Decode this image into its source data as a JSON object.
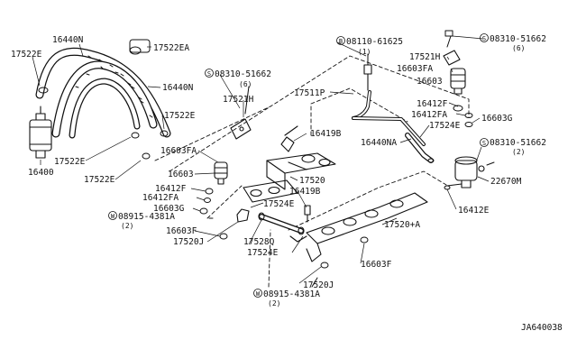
{
  "diagram": {
    "code": "JA640038",
    "labels": [
      {
        "id": "16440N_top",
        "text": "16440N"
      },
      {
        "id": "17522E_topleft",
        "text": "17522E"
      },
      {
        "id": "17522EA",
        "text": "17522EA"
      },
      {
        "id": "16440N_mid",
        "text": "16440N"
      },
      {
        "id": "17522E_mid",
        "text": "17522E"
      },
      {
        "id": "17522E_lower",
        "text": "17522E"
      },
      {
        "id": "17522E_bottom",
        "text": "17522E"
      },
      {
        "id": "16400",
        "text": "16400"
      },
      {
        "id": "bolt_08110_61625",
        "text": "08110-61625"
      },
      {
        "id": "bolt_08110_qty",
        "text": "(1)"
      },
      {
        "id": "screw_08310_left",
        "text": "08310-51662"
      },
      {
        "id": "screw_08310_left_qty",
        "text": "(6)"
      },
      {
        "id": "17521H_left",
        "text": "17521H"
      },
      {
        "id": "17511P",
        "text": "17511P"
      },
      {
        "id": "16419B_top",
        "text": "16419B"
      },
      {
        "id": "16603FA_left",
        "text": "16603FA"
      },
      {
        "id": "16603_left",
        "text": "16603"
      },
      {
        "id": "17520",
        "text": "17520"
      },
      {
        "id": "16412F_left",
        "text": "16412F"
      },
      {
        "id": "16412FA_left",
        "text": "16412FA"
      },
      {
        "id": "16603G_left",
        "text": "16603G"
      },
      {
        "id": "16419B_mid",
        "text": "16419B"
      },
      {
        "id": "17524E_mid",
        "text": "17524E"
      },
      {
        "id": "washer_08915_top",
        "text": "08915-4381A"
      },
      {
        "id": "washer_08915_top_qty",
        "text": "(2)"
      },
      {
        "id": "16603F_left",
        "text": "16603F"
      },
      {
        "id": "17520J_left",
        "text": "17520J"
      },
      {
        "id": "17528Q",
        "text": "17528Q"
      },
      {
        "id": "17524E_low",
        "text": "17524E"
      },
      {
        "id": "17520J_bottom",
        "text": "17520J"
      },
      {
        "id": "washer_08915_bottom",
        "text": "08915-4381A"
      },
      {
        "id": "washer_08915_bottom_qty",
        "text": "(2)"
      },
      {
        "id": "17520A",
        "text": "17520+A"
      },
      {
        "id": "16603F_right",
        "text": "16603F"
      },
      {
        "id": "screw_08310_right_top",
        "text": "08310-51662"
      },
      {
        "id": "screw_08310_right_top_qty",
        "text": "(6)"
      },
      {
        "id": "17521H_right",
        "text": "17521H"
      },
      {
        "id": "16603FA_right",
        "text": "16603FA"
      },
      {
        "id": "16603_right",
        "text": "16603"
      },
      {
        "id": "16412F_right",
        "text": "16412F"
      },
      {
        "id": "16412FA_right",
        "text": "16412FA"
      },
      {
        "id": "16603G_right",
        "text": "16603G"
      },
      {
        "id": "17524E_right",
        "text": "17524E"
      },
      {
        "id": "16440NA",
        "text": "16440NA"
      },
      {
        "id": "screw_08310_right_mid",
        "text": "08310-51662"
      },
      {
        "id": "screw_08310_right_mid_qty",
        "text": "(2)"
      },
      {
        "id": "22670M",
        "text": "22670M"
      },
      {
        "id": "16412E",
        "text": "16412E"
      }
    ],
    "symbols": {
      "bolt_mark": "B",
      "screw_mark": "S",
      "washer_mark": "W"
    }
  }
}
